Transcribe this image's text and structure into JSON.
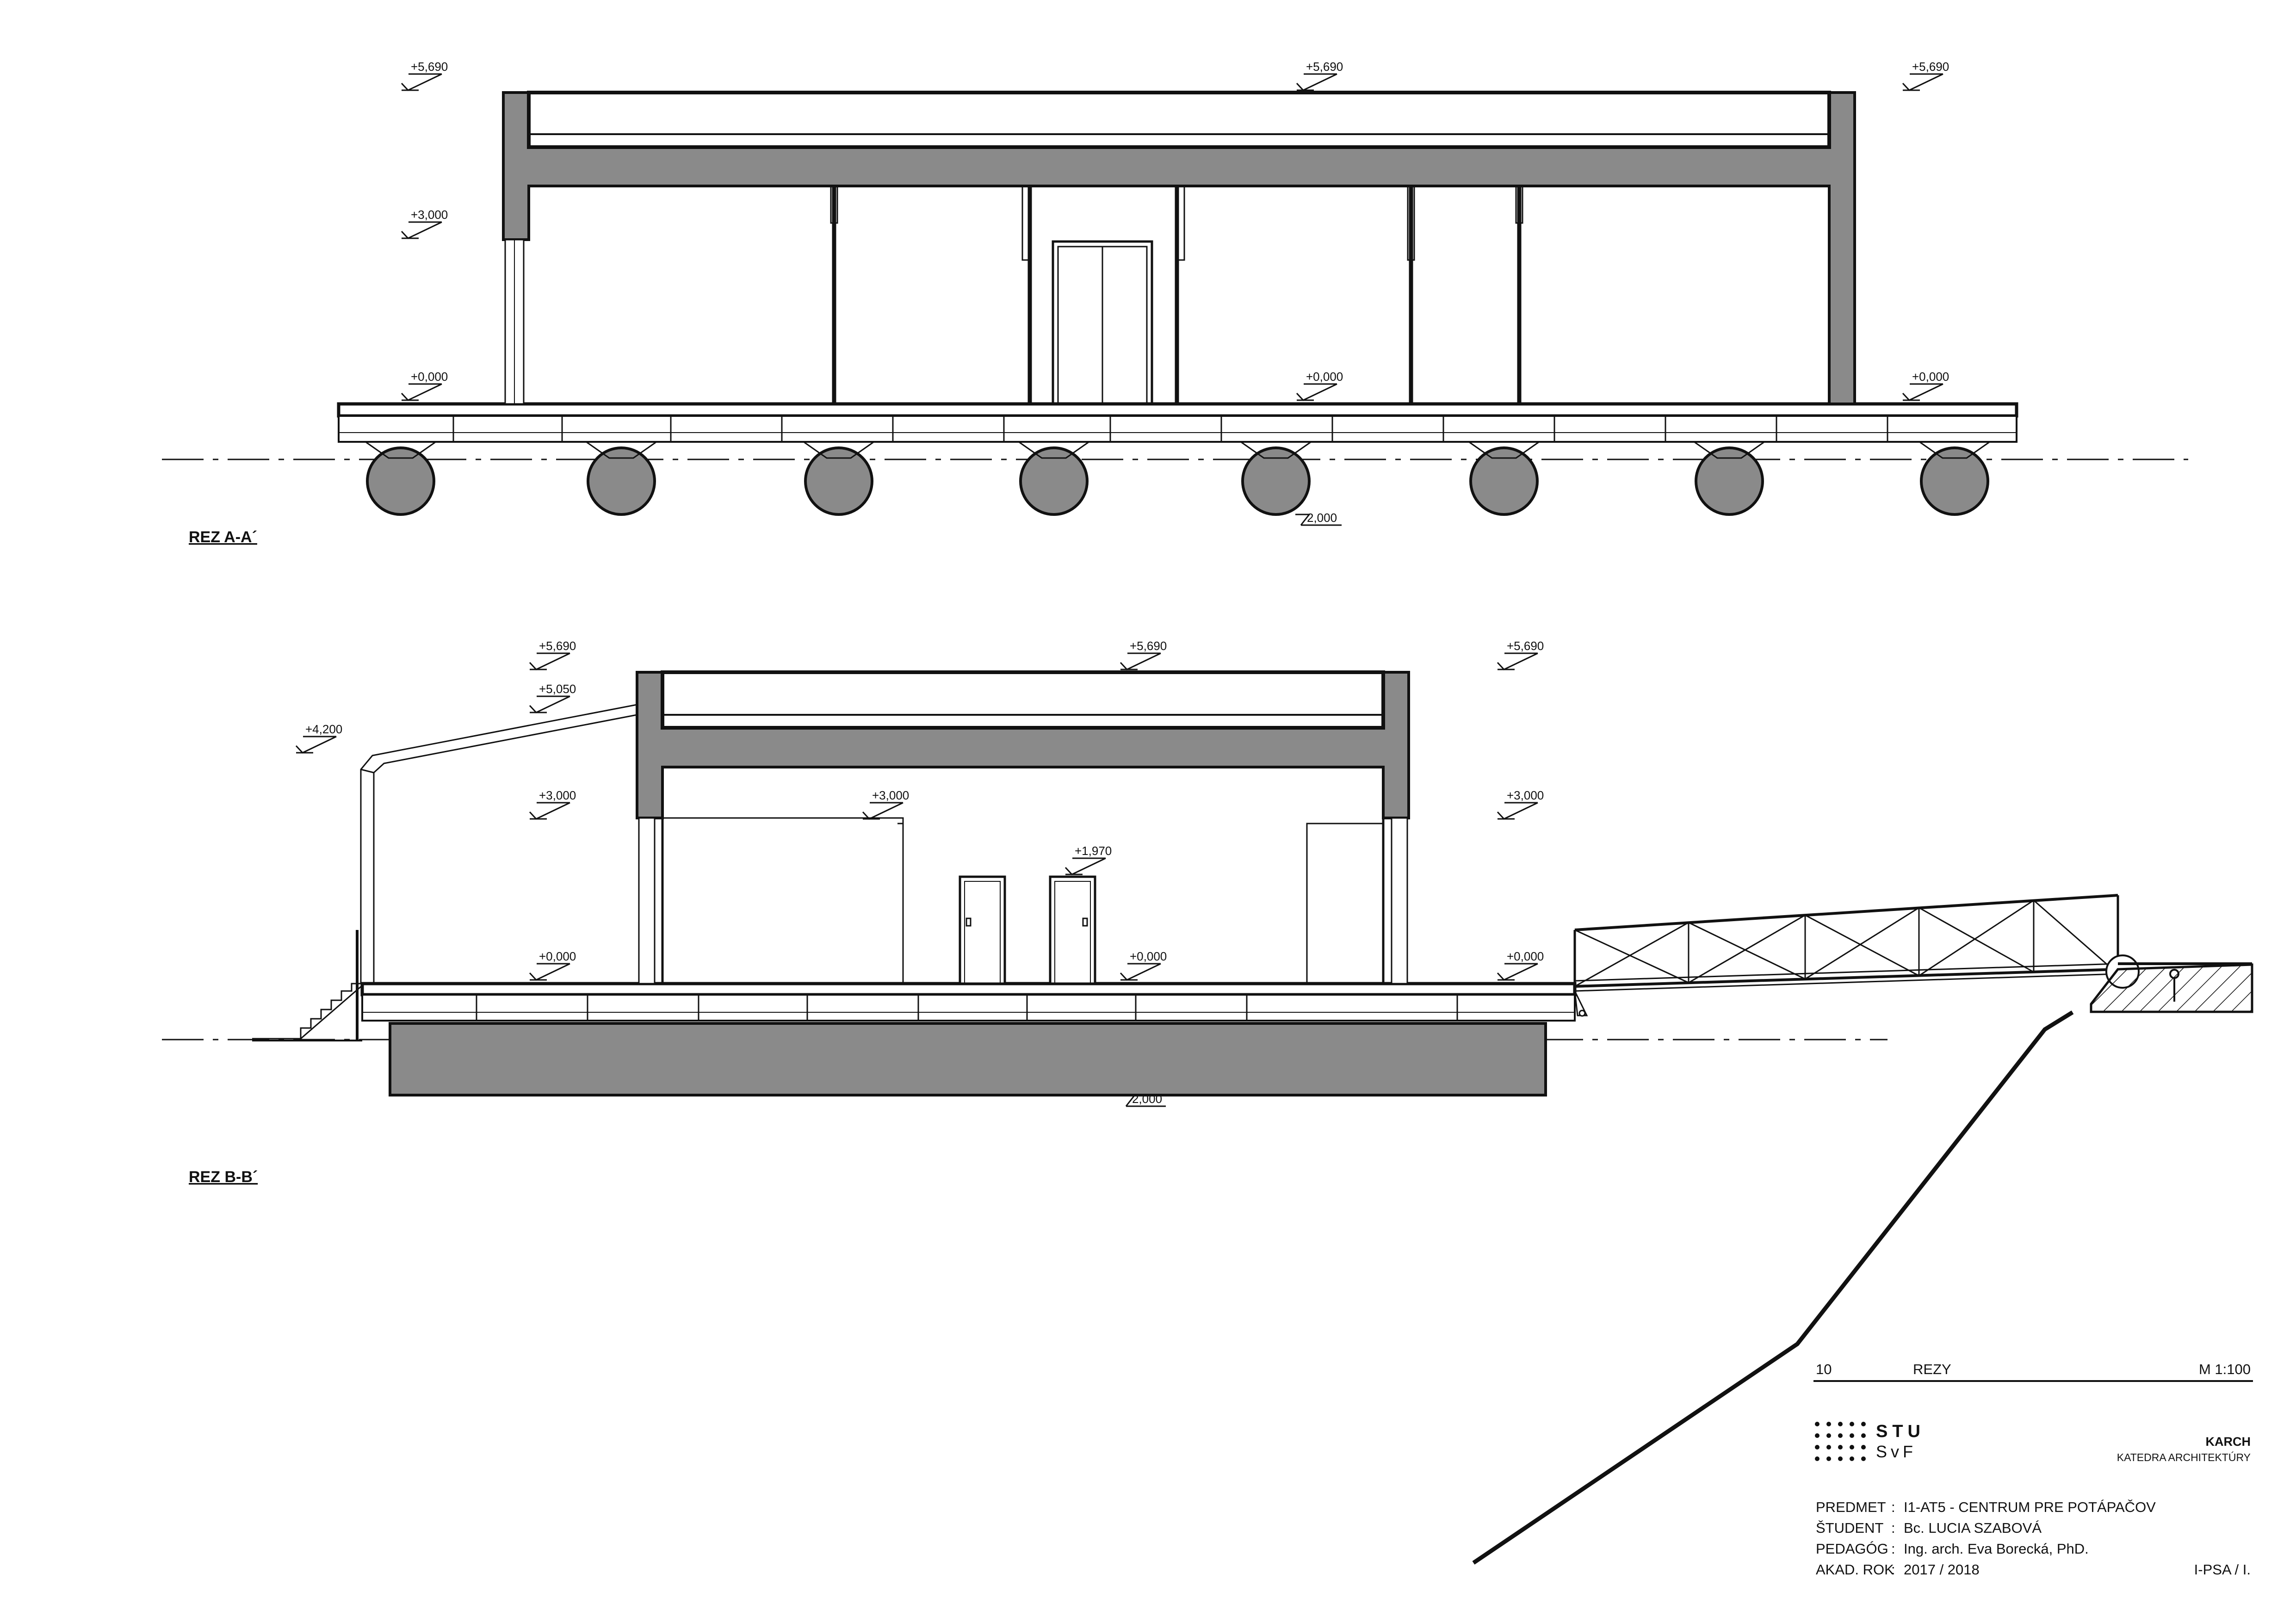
{
  "section_a": {
    "title": "REZ A-A´",
    "levels": {
      "top_left": "+5,690",
      "top_mid": "+5,690",
      "top_right": "+5,690",
      "mid": "+3,000",
      "floor_left": "+0,000",
      "floor_mid": "+0,000",
      "floor_right": "+0,000",
      "bottom": "2,000"
    }
  },
  "section_b": {
    "title": "REZ B-B´",
    "levels": {
      "top_left": "+5,690",
      "top_mid": "+5,690",
      "top_right": "+5,690",
      "parapet": "+5,050",
      "canopy": "+4,200",
      "mid_left": "+3,000",
      "mid_inner": "+3,000",
      "mid_right": "+3,000",
      "door": "+1,970",
      "floor_left": "+0,000",
      "floor_mid": "+0,000",
      "floor_right": "+0,000",
      "bottom": "2,000"
    }
  },
  "title_block": {
    "sheet_no": "10",
    "sheet_name": "REZY",
    "scale": "M 1:100",
    "logo_line1": "STU",
    "logo_line2": "SvF",
    "dept_code": "KARCH",
    "dept_name": "KATEDRA ARCHITEKTÚRY",
    "rows": [
      {
        "label": "PREDMET",
        "value": "I1-AT5 - CENTRUM PRE POTÁPAČOV"
      },
      {
        "label": "ŠTUDENT",
        "value": "Bc. LUCIA SZABOVÁ"
      },
      {
        "label": "PEDAGÓG",
        "value": "Ing. arch. Eva Borecká, PhD."
      },
      {
        "label": "AKAD. ROK",
        "value": "2017 / 2018"
      }
    ],
    "code": "I-PSA / I."
  },
  "colors": {
    "line": "#111111",
    "fill": "#8a8a8a",
    "background": "#ffffff"
  }
}
